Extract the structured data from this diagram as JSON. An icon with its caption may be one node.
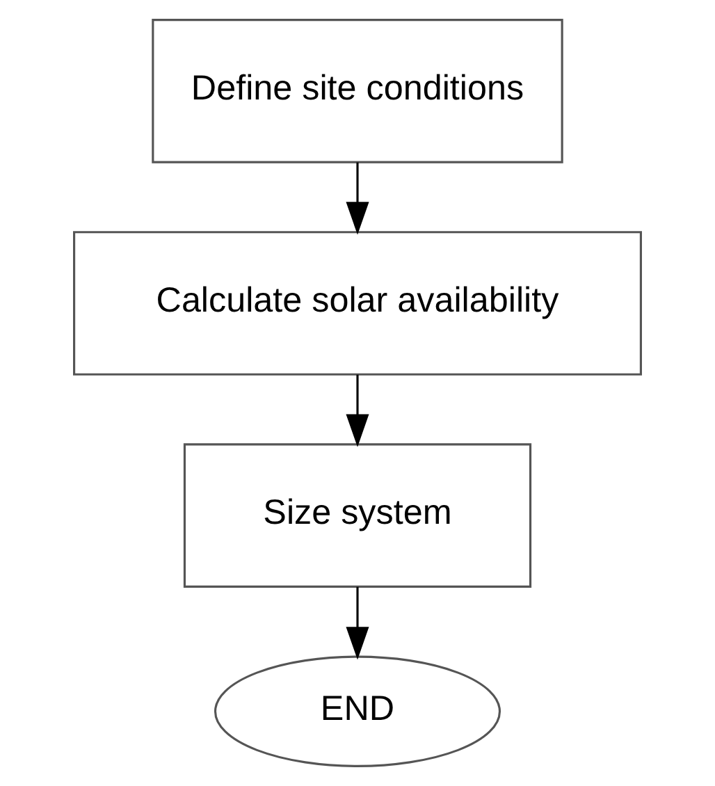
{
  "diagram": {
    "nodes": [
      {
        "text": [
          "Define site conditions"
        ]
      },
      {
        "text": [
          "Calculate solar availability"
        ]
      },
      {
        "text": [
          "Size system"
        ]
      },
      {
        "text": [
          "END"
        ]
      }
    ],
    "edges": [
      {
        "from": 0,
        "to": 1,
        "arrow": "to"
      },
      {
        "from": 1,
        "to": 2,
        "arrow": "to"
      },
      {
        "from": 2,
        "to": 3,
        "arrow": "to"
      }
    ]
  }
}
